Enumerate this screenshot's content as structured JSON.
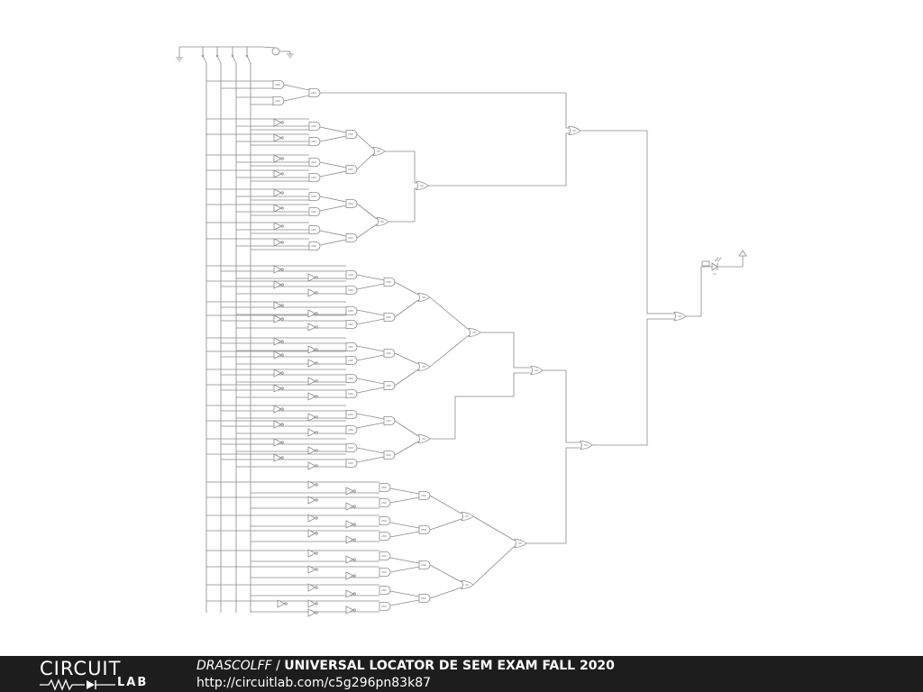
{
  "schematic": {
    "led_label": "D1",
    "gate_labels": [
      "NAND",
      "AND",
      "OR",
      "NOT",
      "XOR"
    ]
  },
  "footer": {
    "logo_top": "CIRCUIT",
    "logo_bottom": "LAB",
    "author": "DRASCOLFF",
    "separator": "/",
    "title": "UNIVERSAL LOCATOR DE SEM EXAM FALL 2020",
    "url": "http://circuitlab.com/c5g296pn83k87"
  }
}
